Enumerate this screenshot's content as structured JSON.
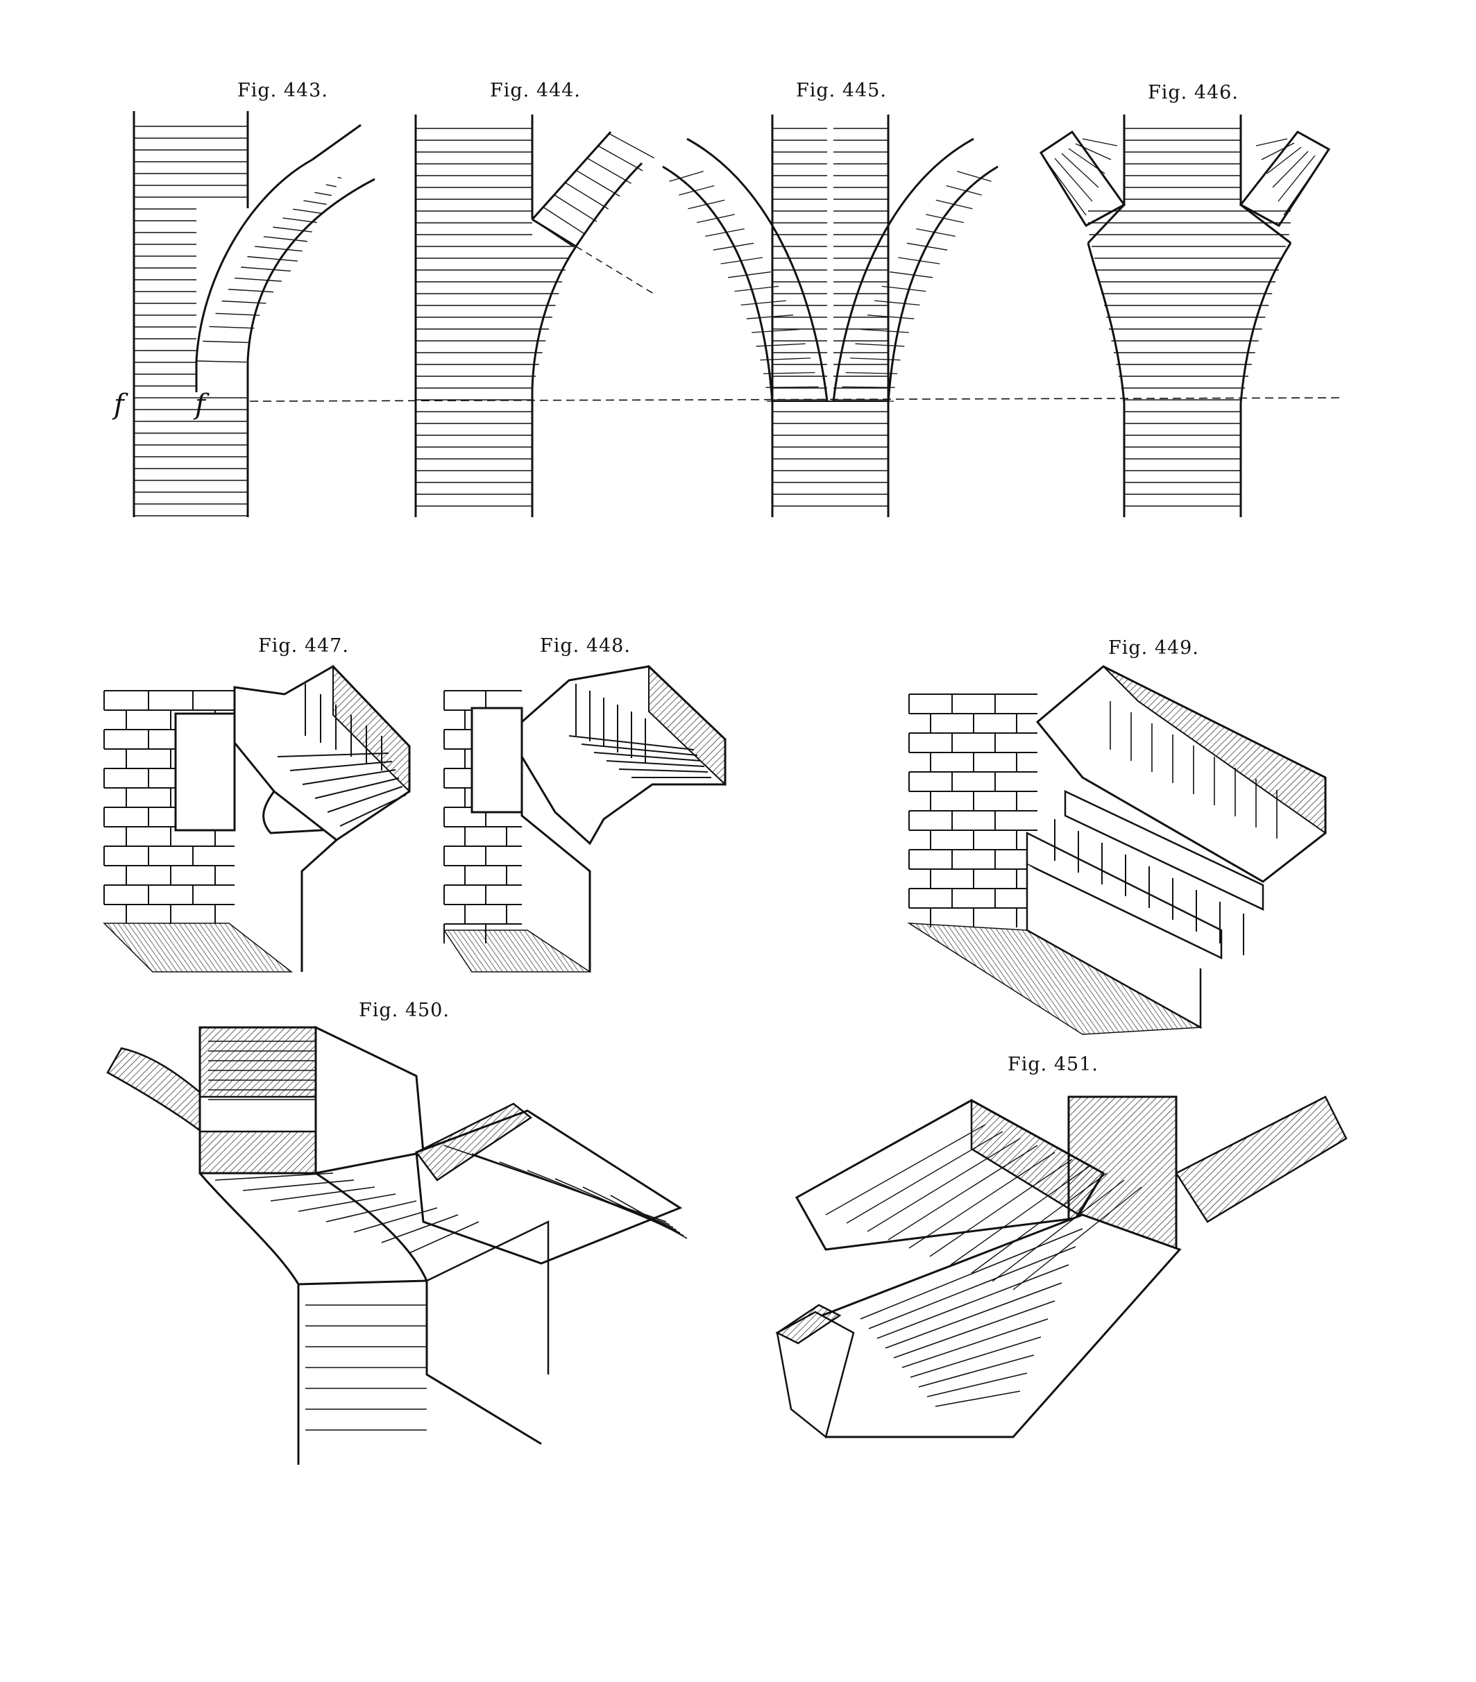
{
  "figures": [
    {
      "id": "443",
      "caption": "Fig. 443."
    },
    {
      "id": "444",
      "caption": "Fig. 444."
    },
    {
      "id": "445",
      "caption": "Fig. 445."
    },
    {
      "id": "446",
      "caption": "Fig. 446."
    },
    {
      "id": "447",
      "caption": "Fig. 447."
    },
    {
      "id": "448",
      "caption": "Fig. 448."
    },
    {
      "id": "449",
      "caption": "Fig. 449."
    },
    {
      "id": "450",
      "caption": "Fig. 450."
    },
    {
      "id": "451",
      "caption": "Fig. 451."
    }
  ],
  "labels": {
    "f_left": "f",
    "f_right": "f"
  },
  "colors": {
    "ink": "#111111",
    "paper": "#ffffff"
  }
}
